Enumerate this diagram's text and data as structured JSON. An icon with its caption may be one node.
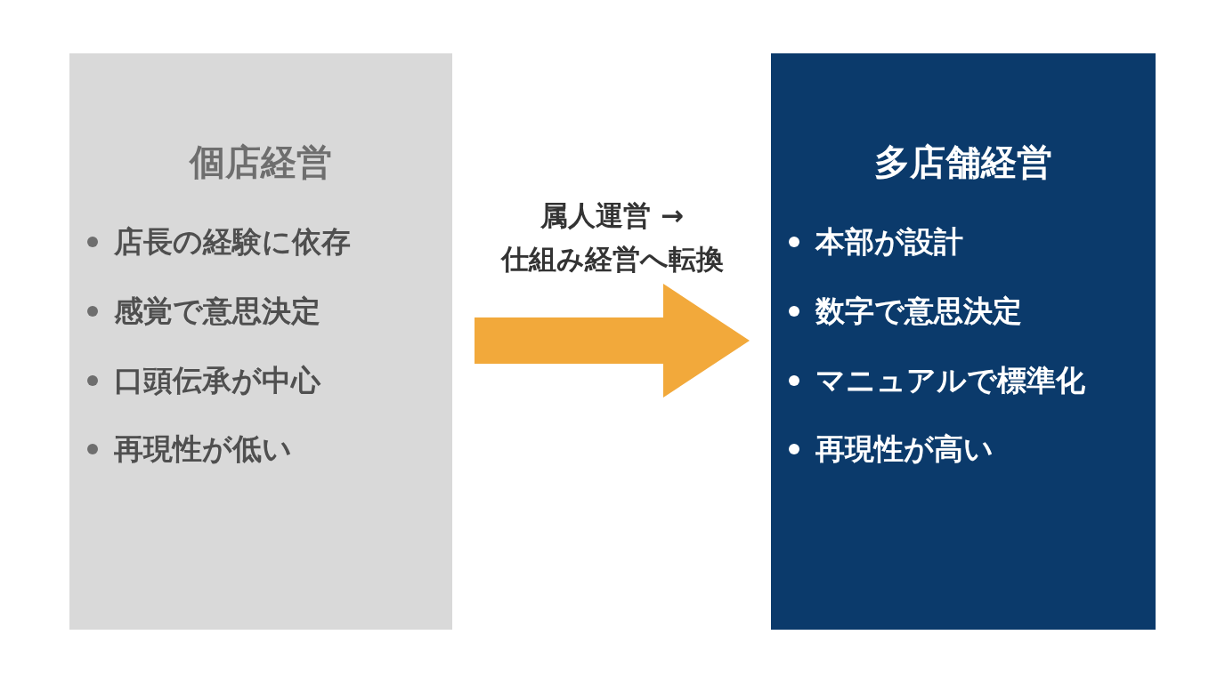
{
  "diagram": {
    "nodes": [
      {
        "text": [
          "個店経営",
          "店長の経験に依存",
          "感覚で意思決定",
          "口頭伝承が中心",
          "再現性が低い"
        ]
      },
      {
        "text": [
          "多店舗経営",
          "本部が設計",
          "数字で意思決定",
          "マニュアルで標準化",
          "再現性が高い"
        ]
      }
    ],
    "edges": [
      {
        "from": 0,
        "to": 1,
        "arrow": "to",
        "label": "属人運営 → 仕組み経営へ転換"
      }
    ]
  }
}
